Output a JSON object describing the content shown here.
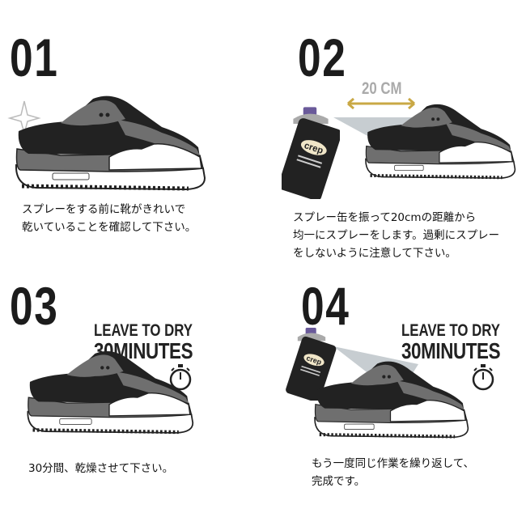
{
  "steps": [
    {
      "number": "01",
      "lines": [
        "スプレーをする前に靴がきれいで",
        "乾いていることを確認して下さい。"
      ]
    },
    {
      "number": "02",
      "distance_label": "20 CM",
      "lines": [
        "スプレー缶を振って20cmの距離から",
        "均一にスプレーをします。過剰にスプレー",
        "をしないように注意して下さい。"
      ]
    },
    {
      "number": "03",
      "leave_label": "LEAVE TO DRY",
      "time_label": "30MINUTES",
      "lines": [
        "30分間、乾燥させて下さい。"
      ]
    },
    {
      "number": "04",
      "leave_label": "LEAVE TO DRY",
      "time_label": "30MINUTES",
      "lines": [
        "もう一度同じ作業を繰り返して、",
        "完成です。"
      ]
    }
  ],
  "product": {
    "brand_logo": "crep"
  },
  "colors": {
    "accent_arrow": "#c9a845",
    "shoe_black": "#222222",
    "shoe_gray": "#6f6f6f",
    "can_cap": "#6a5a9a"
  }
}
